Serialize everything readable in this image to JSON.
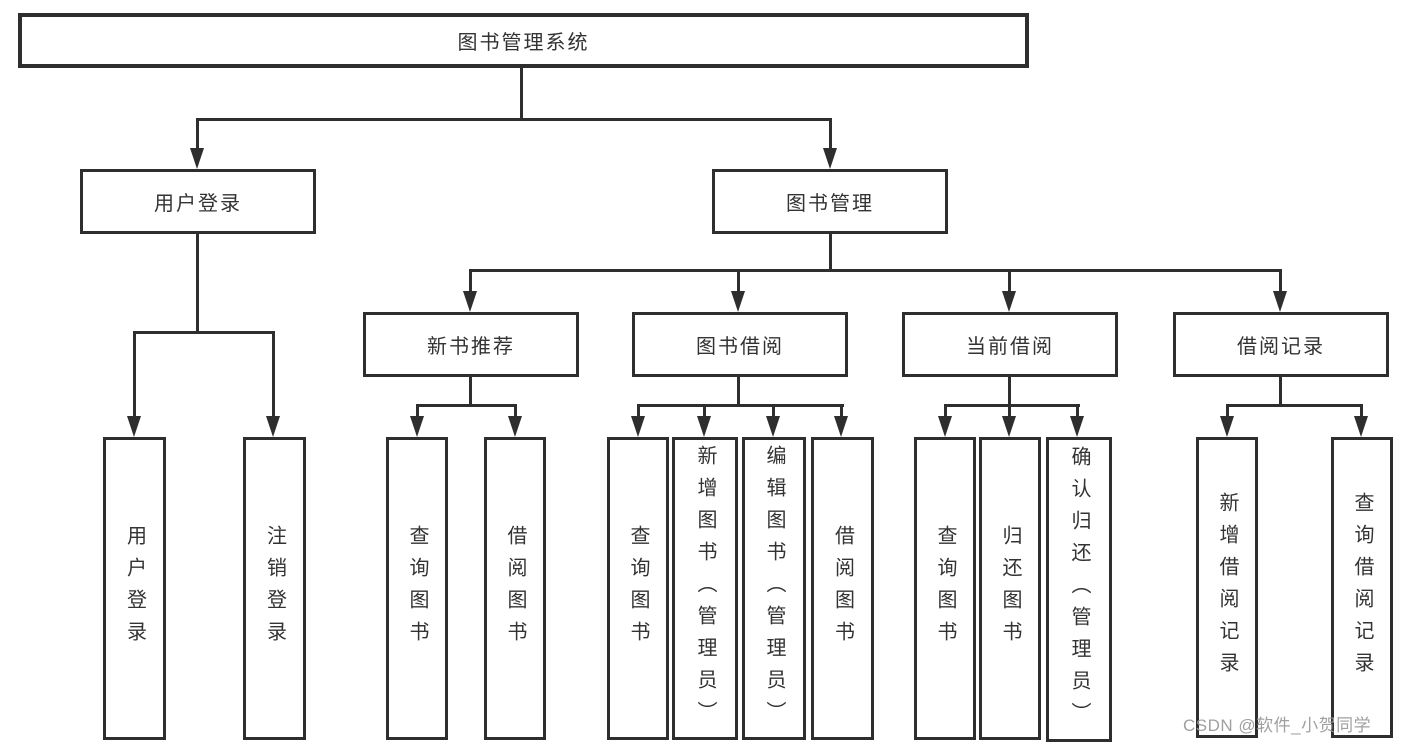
{
  "diagram": {
    "root": {
      "label": "图书管理系统"
    },
    "level2": [
      {
        "label": "用户登录",
        "children_labels": [
          "用户登录",
          "注销登录"
        ]
      },
      {
        "label": "图书管理",
        "children_labels": [
          "新书推荐",
          "图书借阅",
          "当前借阅",
          "借阅记录"
        ]
      }
    ],
    "level3": [
      {
        "label": "新书推荐",
        "children_labels": [
          "查询图书",
          "借阅图书"
        ]
      },
      {
        "label": "图书借阅",
        "children_labels": [
          "查询图书",
          "新增图书（管理员）",
          "编辑图书（管理员）",
          "借阅图书"
        ]
      },
      {
        "label": "当前借阅",
        "children_labels": [
          "查询图书",
          "归还图书",
          "确认归还（管理员）"
        ]
      },
      {
        "label": "借阅记录",
        "children_labels": [
          "新增借阅记录",
          "查询借阅记录"
        ]
      }
    ],
    "leaves": [
      "用户登录",
      "注销登录",
      "查询图书",
      "借阅图书",
      "查询图书",
      "新增图书（管理员）",
      "编辑图书（管理员）",
      "借阅图书",
      "查询图书",
      "归还图书",
      "确认归还（管理员）",
      "新增借阅记录",
      "查询借阅记录"
    ]
  },
  "watermark": {
    "text": "CSDN @软件_小贺同学"
  },
  "colors": {
    "line": "#2e2e2e",
    "box_border": "#2e2e2e",
    "text": "#333333",
    "watermark": "#989898",
    "background": "#ffffff"
  }
}
